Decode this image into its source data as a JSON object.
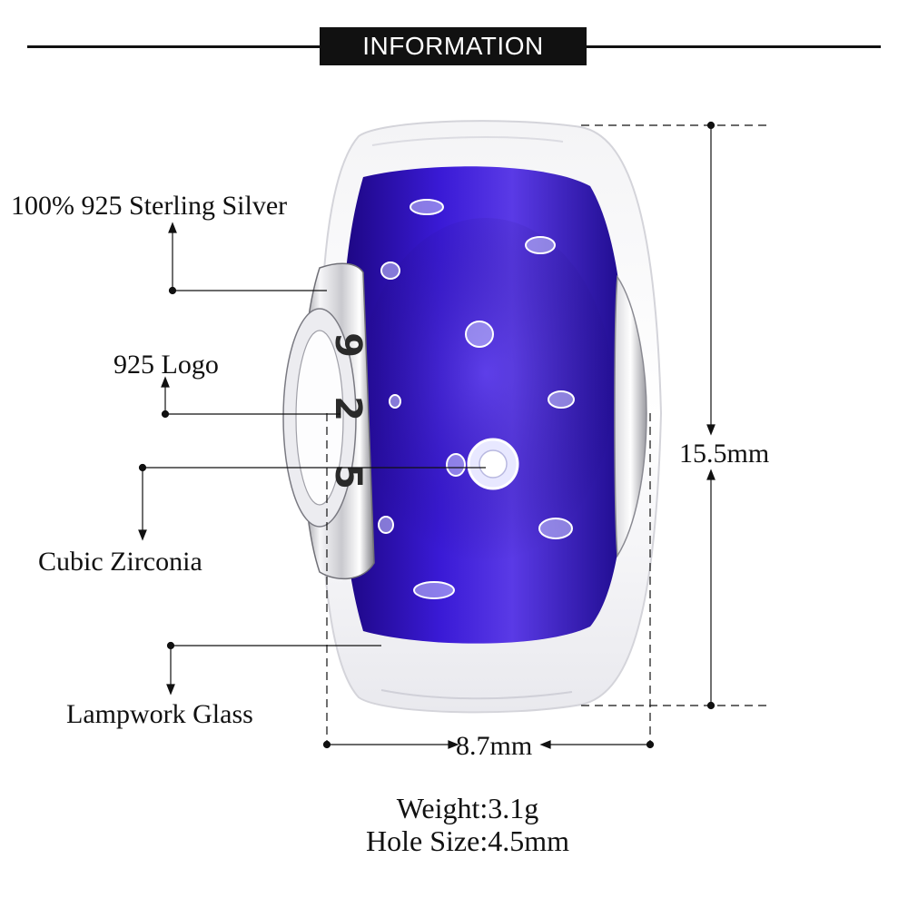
{
  "header": {
    "title": "INFORMATION"
  },
  "labels": {
    "material": "100% 925 Sterling Silver",
    "logo": "925 Logo",
    "stone": "Cubic Zirconia",
    "glass": "Lampwork Glass",
    "engraving": "925"
  },
  "dimensions": {
    "height": "15.5mm",
    "width": "8.7mm"
  },
  "specs": {
    "weight": "Weight:3.1g",
    "hole_size": "Hole Size:4.5mm"
  },
  "colors": {
    "glass_blue": "#2a0fb0",
    "header_bg": "#111111"
  }
}
